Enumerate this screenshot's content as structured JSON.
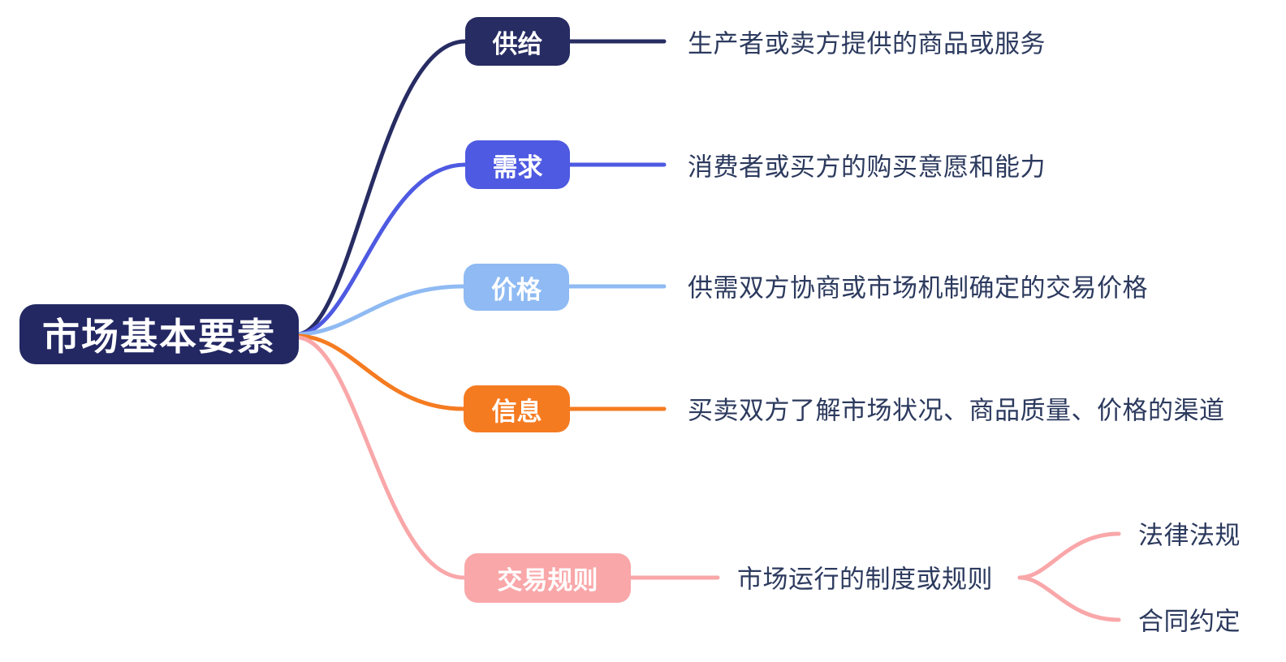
{
  "root": {
    "label": "市场基本要素",
    "color": "#232863",
    "text_color": "#ffffff"
  },
  "branches": [
    {
      "label": "供给",
      "color": "#272c63",
      "description": "生产者或卖方提供的商品或服务"
    },
    {
      "label": "需求",
      "color": "#4e5ae1",
      "description": "消费者或买方的购买意愿和能力"
    },
    {
      "label": "价格",
      "color": "#8fbaf3",
      "description": "供需双方协商或市场机制确定的交易价格"
    },
    {
      "label": "信息",
      "color": "#f57b21",
      "description": "买卖双方了解市场状况、商品质量、价格的渠道"
    },
    {
      "label": "交易规则",
      "color": "#f9a7a9",
      "description": "市场运行的制度或规则",
      "children": [
        {
          "label": "法律法规"
        },
        {
          "label": "合同约定"
        }
      ]
    }
  ],
  "colors": {
    "canvas_background": "#ffffff",
    "description_text": "#2c3a5e"
  }
}
